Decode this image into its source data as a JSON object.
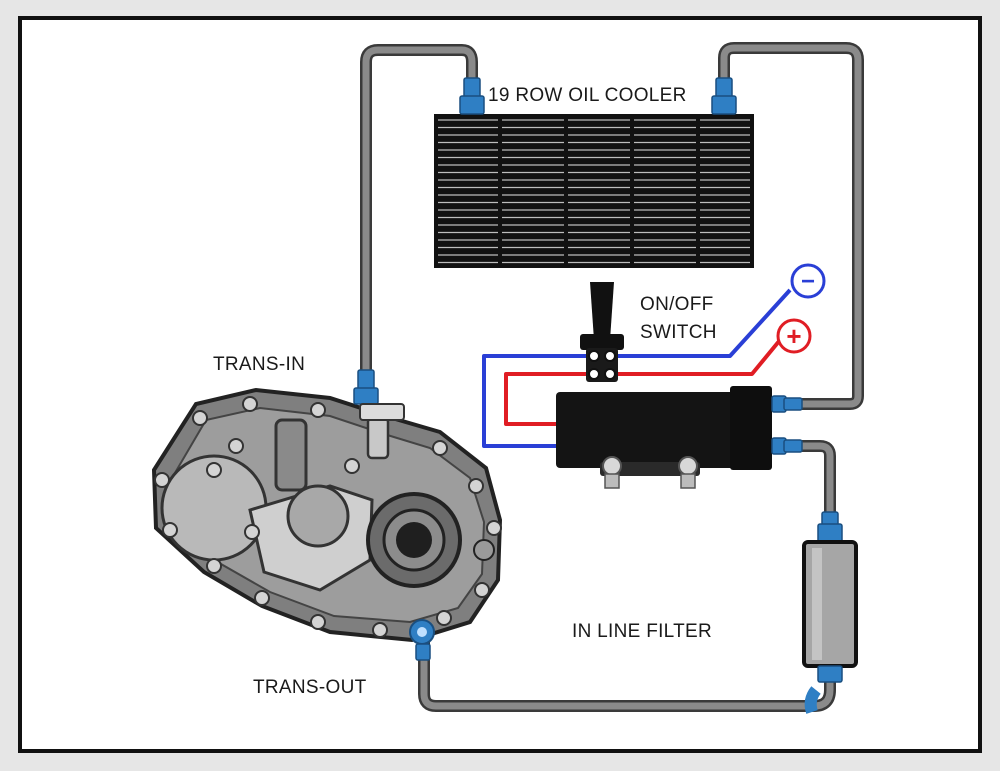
{
  "labels": {
    "cooler": "19 ROW OIL COOLER",
    "switch_line1": "ON/OFF",
    "switch_line2": "SWITCH",
    "trans_in": "TRANS-IN",
    "trans_out": "TRANS-OUT",
    "filter": "IN LINE FILTER"
  },
  "terminals": {
    "negative": "−",
    "positive": "+"
  },
  "colors": {
    "hose": "#5a5a5a",
    "fitting": "#2f7fc4",
    "wire_negative": "#2a3fd6",
    "wire_positive": "#e01d24",
    "cooler": "#111111",
    "pump": "#141414"
  }
}
